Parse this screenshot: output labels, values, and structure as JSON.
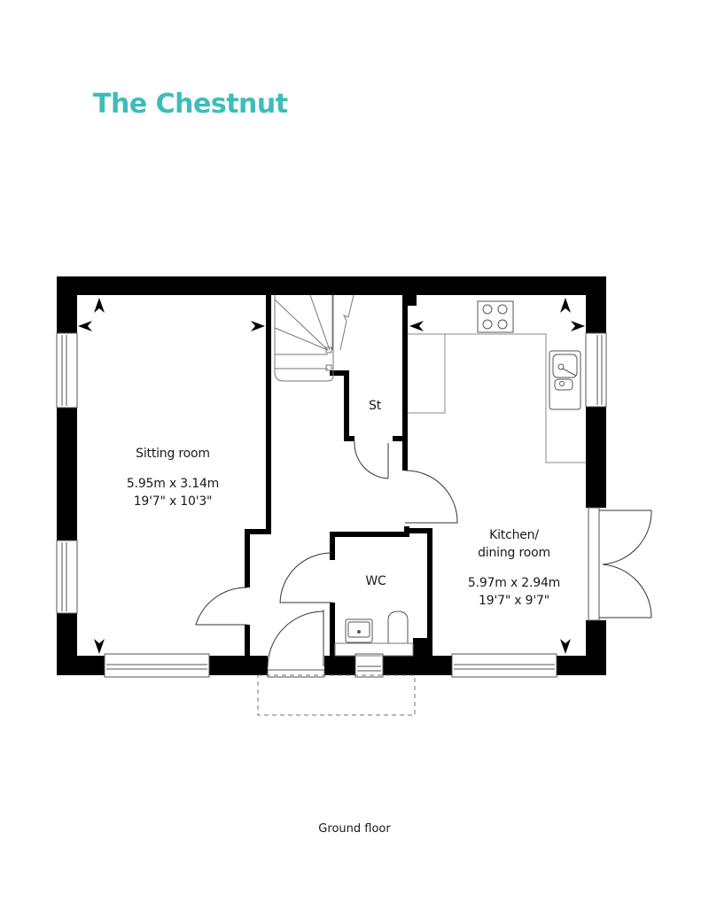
{
  "header": {
    "title": "The Chestnut",
    "title_color": "#3dbdb8"
  },
  "plan": {
    "floor_label": "Ground floor",
    "wall_color": "#000000",
    "fixture_color": "#8a8a8a",
    "rooms": [
      {
        "id": "sitting",
        "name": "Sitting room",
        "metric": "5.95m x 3.14m",
        "imperial": "19'7\" x 10'3\""
      },
      {
        "id": "kitchen",
        "name_line1": "Kitchen/",
        "name_line2": "dining room",
        "metric": "5.97m x 2.94m",
        "imperial": "19'7\" x 9'7\""
      },
      {
        "id": "wc",
        "name": "WC"
      },
      {
        "id": "storage",
        "name": "St"
      }
    ],
    "fixtures": [
      "staircase-icon",
      "hob-icon",
      "sink-icon",
      "basin-icon",
      "toilet-icon"
    ]
  }
}
